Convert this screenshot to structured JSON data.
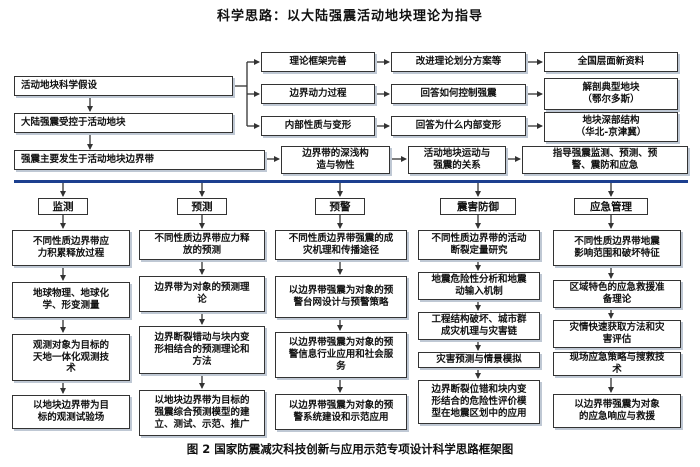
{
  "title": "科学思路：以大陆强震活动地块理论为指导",
  "caption": "图 2  国家防震减灾科技创新与应用示范专项设计科学思路框架图",
  "top": {
    "hypothesis": "活动地块科学假设",
    "driven": "大陆强震受控于活动地块",
    "boundary": "强震主要发生于活动地块边界带",
    "col2": [
      "理论框架完善",
      "边界动力过程",
      "内部性质与变形"
    ],
    "col3": [
      "改进理论划分方案等",
      "回答如何控制强震",
      "回答为什么内部变形"
    ],
    "col4": [
      "全国层面新资料",
      "解剖典型地块\n（鄂尔多斯）",
      "地块深部结构\n（华北-京津冀）"
    ],
    "row4": [
      "边界带的深浅构\n造与物性",
      "活动地块运动与\n强震的关系",
      "指导强震监测、预测、预\n警、震防和应急"
    ]
  },
  "categories": [
    "监测",
    "预测",
    "预警",
    "震害防御",
    "应急管理"
  ],
  "columns": [
    [
      "不同性质边界带应\n力积累释放过程",
      "地球物理、地球化\n学、形变测量",
      "观测对象为目标的\n天地一体化观测技\n术",
      "以地块边界带为目\n标的观测试验场"
    ],
    [
      "不同性质边界带应力释\n放的预测",
      "边界带为对象的预测理\n论",
      "边界断裂错动与块内变\n形相结合的预测理论和\n方法",
      "以地块边界带为目标的\n强震综合预测模型的建\n立、测试、示范、推广"
    ],
    [
      "不同性质边界带强震的成\n灾机理和传播途径",
      "以边界带强震为对象的预\n警台网设计与预警策略",
      "以边界带强震为对象的预\n警信息行业应用和社会服\n务",
      "以边界带强震为对象的预\n警系统建设和示范应用"
    ],
    [
      "不同性质边界带的活动\n断裂定量研究",
      "地震危险性分析和地震\n动输入机制",
      "工程结构破坏、城市群\n成灾机理与灾害链",
      "灾害预测与情景模拟",
      "边界断裂位错和块内变\n形结合的危险性评价模\n型在地震区划中的应用"
    ],
    [
      "不同性质边界带地震\n影响范围和破坏特征",
      "区域特色的应急救援准\n备理论",
      "灾情快速获取方法和灾\n害评估",
      "现场应急策略与搜救技\n术",
      "以边界带强震为对象\n的应急响应与救援"
    ]
  ]
}
